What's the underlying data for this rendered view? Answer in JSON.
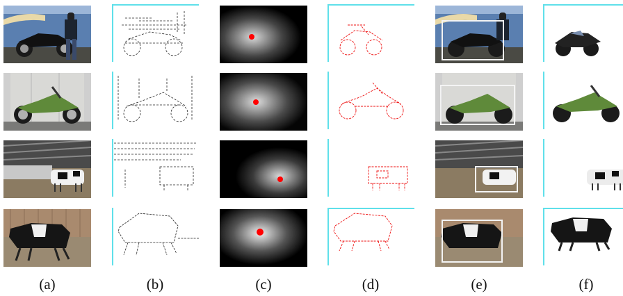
{
  "figure": {
    "columns": [
      {
        "label": "(a)",
        "content": "original images"
      },
      {
        "label": "(b)",
        "content": "edge maps"
      },
      {
        "label": "(c)",
        "content": "saliency maps"
      },
      {
        "label": "(d)",
        "content": "object contours"
      },
      {
        "label": "(e)",
        "content": "bounding boxes"
      },
      {
        "label": "(f)",
        "content": "segmented objects"
      }
    ],
    "rows": [
      {
        "subject": "motorcycle with rider"
      },
      {
        "subject": "motorcycle"
      },
      {
        "subject": "cow"
      },
      {
        "subject": "cow"
      }
    ],
    "colors": {
      "frame_cyan": "#5fe0ea",
      "contour_red": "#ee1111",
      "saliency_dot": "#ff0000",
      "box_white": "#f4f4f4"
    }
  }
}
